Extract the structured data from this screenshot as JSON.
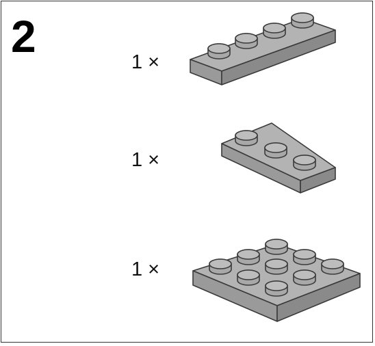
{
  "step": {
    "number": "2"
  },
  "parts": [
    {
      "quantity_label": "1 ×",
      "name": "plate-1x4"
    },
    {
      "quantity_label": "1 ×",
      "name": "wedge-plate"
    },
    {
      "quantity_label": "1 ×",
      "name": "plate-3x3-round"
    }
  ],
  "colors": {
    "brick_top": "#b3b3b3",
    "brick_front": "#9a9a9a",
    "brick_side": "#8a8a8a",
    "outline": "#3a3a3a"
  }
}
